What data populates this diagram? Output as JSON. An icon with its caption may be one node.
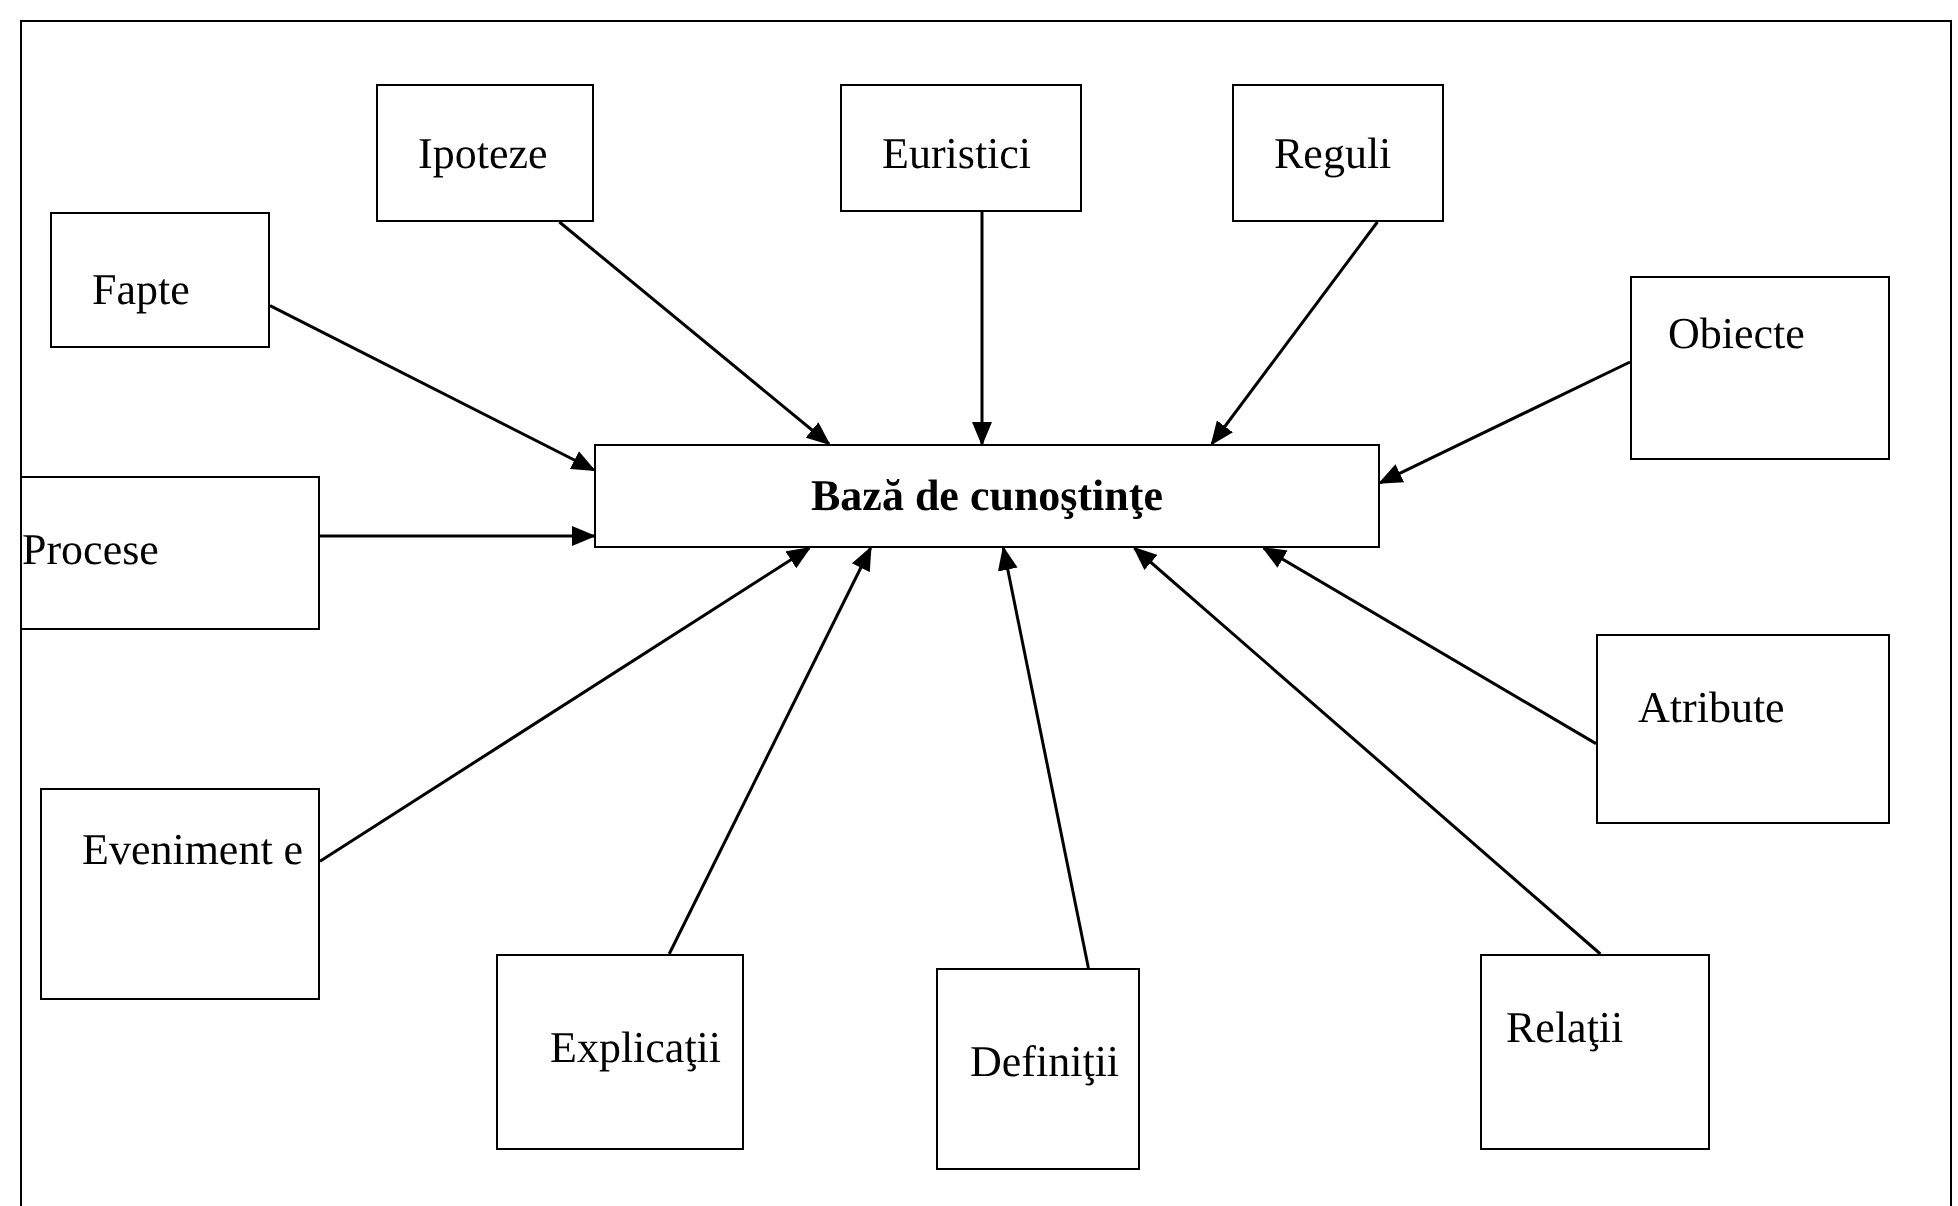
{
  "diagram": {
    "nodes": [
      {
        "text": [
          "Ipoteze"
        ]
      },
      {
        "text": [
          "Euristici"
        ]
      },
      {
        "text": [
          "Reguli"
        ]
      },
      {
        "text": [
          "Fapte"
        ]
      },
      {
        "text": [
          "Obiecte"
        ]
      },
      {
        "text": [
          "Procese"
        ]
      },
      {
        "text": [
          "Bază de cunoştinţe"
        ]
      },
      {
        "text": [
          "Atribute"
        ]
      },
      {
        "text": [
          "Eveniment e"
        ]
      },
      {
        "text": [
          "Explicaţii"
        ]
      },
      {
        "text": [
          "Definiţii"
        ]
      },
      {
        "text": [
          "Relaţii"
        ]
      }
    ],
    "edges": [
      {
        "from": 0,
        "to": 6,
        "arrow": "to"
      },
      {
        "from": 1,
        "to": 6,
        "arrow": "to"
      },
      {
        "from": 2,
        "to": 6,
        "arrow": "to"
      },
      {
        "from": 3,
        "to": 6,
        "arrow": "to"
      },
      {
        "from": 4,
        "to": 6,
        "arrow": "to"
      },
      {
        "from": 5,
        "to": 6,
        "arrow": "to"
      },
      {
        "from": 7,
        "to": 6,
        "arrow": "to"
      },
      {
        "from": 8,
        "to": 6,
        "arrow": "to"
      },
      {
        "from": 9,
        "to": 6,
        "arrow": "to"
      },
      {
        "from": 10,
        "to": 6,
        "arrow": "to"
      },
      {
        "from": 11,
        "to": 6,
        "arrow": "to"
      }
    ]
  }
}
